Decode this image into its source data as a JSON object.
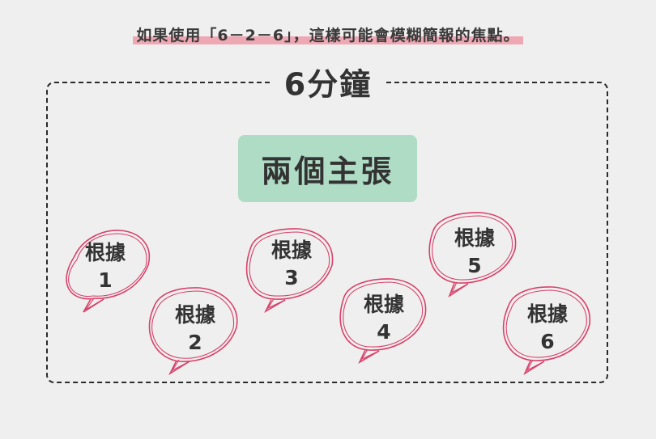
{
  "caption": {
    "text": "如果使用「6－2－6」，這樣可能會模糊簡報的焦點。",
    "highlight_color": "#eea8b4"
  },
  "frame": {
    "title": "6分鐘"
  },
  "main_box": {
    "text": "兩個主張",
    "color": "#afdcc5"
  },
  "bubble_color": "#d8416a",
  "bubbles": [
    {
      "label": "根據",
      "number": "1"
    },
    {
      "label": "根據",
      "number": "2"
    },
    {
      "label": "根據",
      "number": "3"
    },
    {
      "label": "根據",
      "number": "4"
    },
    {
      "label": "根據",
      "number": "5"
    },
    {
      "label": "根據",
      "number": "6"
    }
  ]
}
